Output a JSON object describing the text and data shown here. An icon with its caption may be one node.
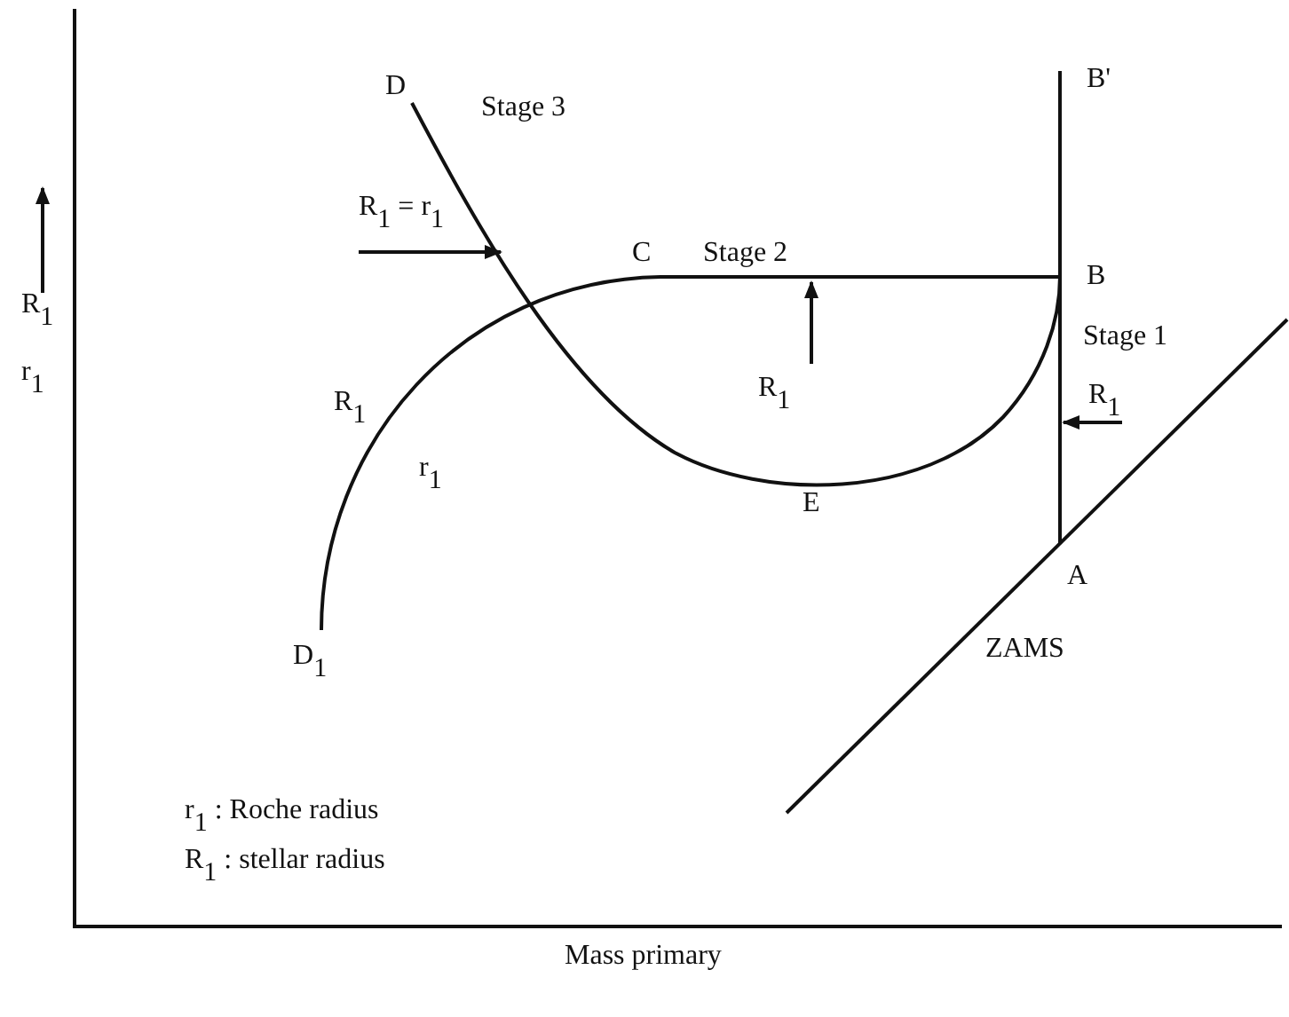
{
  "diagram": {
    "labels": [
      "D",
      "B'",
      "Stage 3",
      "R$_{1}$ = r$_{1}$",
      "C",
      "Stage 2",
      "B",
      "R$_{1}$",
      "Stage 1",
      "R$_{1}$",
      "R$_{1}$",
      "r$_{1}$",
      "R$_{1}$",
      "r$_{1}$",
      "E",
      "A",
      "D$_{1}$",
      "ZAMS",
      "Mass primary"
    ],
    "legend": [
      {
        "text": "r$_{1}$ : Roche radius"
      },
      {
        "text": "R$_{1}$ : stellar radius"
      }
    ]
  }
}
